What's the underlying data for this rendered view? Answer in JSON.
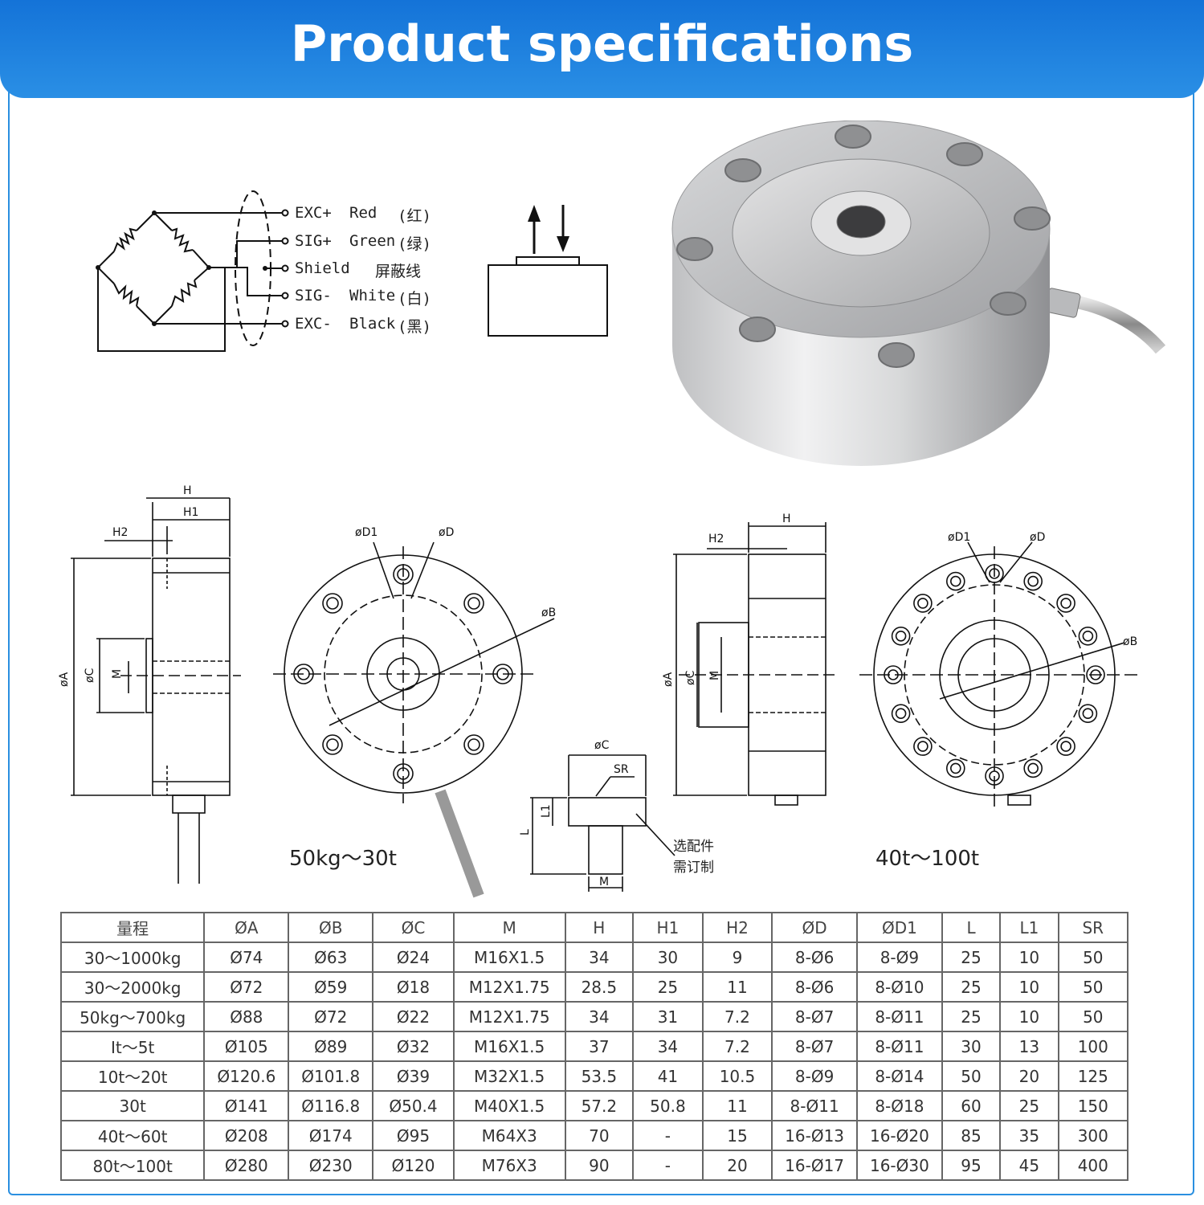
{
  "header": {
    "title": "Product specifications"
  },
  "wiring": {
    "rows": [
      {
        "code": "EXC+",
        "color": "Red",
        "cn": "(红)"
      },
      {
        "code": "SIG+",
        "color": "Green",
        "cn": "(绿)"
      },
      {
        "code": "Shield",
        "color": "",
        "cn": "屏蔽线"
      },
      {
        "code": "SIG-",
        "color": "White",
        "cn": "(白)"
      },
      {
        "code": "EXC-",
        "color": "Black",
        "cn": "(黑)"
      }
    ]
  },
  "drawings": {
    "dims": {
      "H": "H",
      "H1": "H1",
      "H2": "H2",
      "A": "øA",
      "C": "øC",
      "M": "M",
      "B": "øB",
      "D": "øD",
      "D1": "øD1",
      "L": "L",
      "L1": "L1",
      "SR": "SR"
    },
    "range_small": "50kg～30t",
    "range_large": "40t～100t",
    "optional_note_1": "选配件",
    "optional_note_2": "需订制"
  },
  "table": {
    "headers": [
      "量程",
      "ØA",
      "ØB",
      "ØC",
      "M",
      "H",
      "H1",
      "H2",
      "ØD",
      "ØD1",
      "L",
      "L1",
      "SR"
    ],
    "rows": [
      [
        "30～1000kg",
        "Ø74",
        "Ø63",
        "Ø24",
        "M16X1.5",
        "34",
        "30",
        "9",
        "8-Ø6",
        "8-Ø9",
        "25",
        "10",
        "50"
      ],
      [
        "30～2000kg",
        "Ø72",
        "Ø59",
        "Ø18",
        "M12X1.75",
        "28.5",
        "25",
        "11",
        "8-Ø6",
        "8-Ø10",
        "25",
        "10",
        "50"
      ],
      [
        "50kg～700kg",
        "Ø88",
        "Ø72",
        "Ø22",
        "M12X1.75",
        "34",
        "31",
        "7.2",
        "8-Ø7",
        "8-Ø11",
        "25",
        "10",
        "50"
      ],
      [
        "It～5t",
        "Ø105",
        "Ø89",
        "Ø32",
        "M16X1.5",
        "37",
        "34",
        "7.2",
        "8-Ø7",
        "8-Ø11",
        "30",
        "13",
        "100"
      ],
      [
        "10t～20t",
        "Ø120.6",
        "Ø101.8",
        "Ø39",
        "M32X1.5",
        "53.5",
        "41",
        "10.5",
        "8-Ø9",
        "8-Ø14",
        "50",
        "20",
        "125"
      ],
      [
        "30t",
        "Ø141",
        "Ø116.8",
        "Ø50.4",
        "M40X1.5",
        "57.2",
        "50.8",
        "11",
        "8-Ø11",
        "8-Ø18",
        "60",
        "25",
        "150"
      ],
      [
        "40t～60t",
        "Ø208",
        "Ø174",
        "Ø95",
        "M64X3",
        "70",
        "-",
        "15",
        "16-Ø13",
        "16-Ø20",
        "85",
        "35",
        "300"
      ],
      [
        "80t～100t",
        "Ø280",
        "Ø230",
        "Ø120",
        "M76X3",
        "90",
        "-",
        "20",
        "16-Ø17",
        "16-Ø30",
        "95",
        "45",
        "400"
      ]
    ]
  }
}
